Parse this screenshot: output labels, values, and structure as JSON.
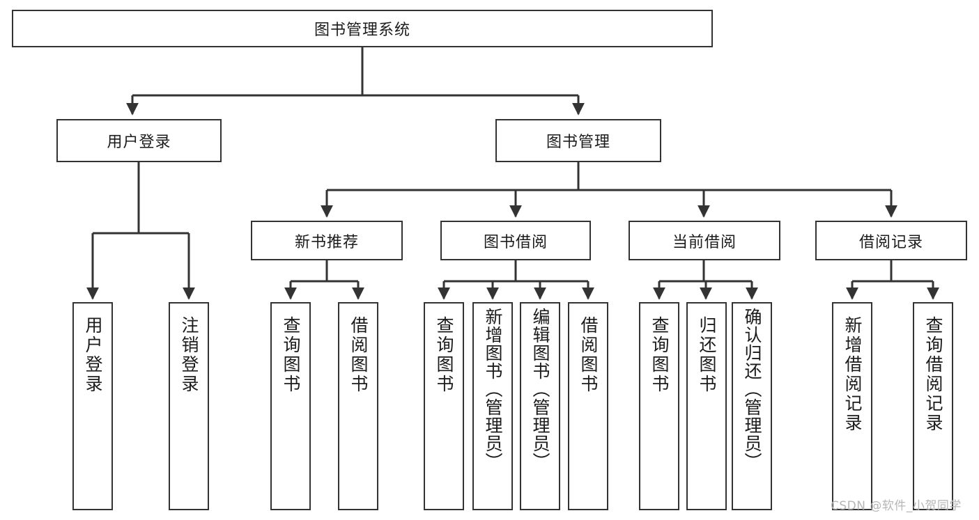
{
  "diagram": {
    "type": "tree-hierarchy-chart",
    "title_text": "图书管理系统",
    "watermark": "CSDN @软件_小贺同学",
    "colors": {
      "box_border": "#333333",
      "box_fill": "#ffffff",
      "connector": "#333333",
      "text": "#1b1b1b",
      "watermark": "#b6b6b6",
      "background": "#ffffff"
    },
    "root": {
      "label": "图书管理系统"
    },
    "level2": [
      {
        "label": "用户登录"
      },
      {
        "label": "图书管理"
      }
    ],
    "level3": [
      {
        "label": "新书推荐"
      },
      {
        "label": "图书借阅"
      },
      {
        "label": "当前借阅"
      },
      {
        "label": "借阅记录"
      }
    ],
    "leaves": {
      "user_login": [
        {
          "label": "用户登录"
        },
        {
          "label": "注销登录"
        }
      ],
      "new_book_recommend": [
        {
          "label": "查询图书"
        },
        {
          "label": "借阅图书"
        }
      ],
      "book_borrow": [
        {
          "label": "查询图书"
        },
        {
          "label": "新增图书（管理员）"
        },
        {
          "label": "编辑图书（管理员）"
        },
        {
          "label": "借阅图书"
        }
      ],
      "current_borrow": [
        {
          "label": "查询图书"
        },
        {
          "label": "归还图书"
        },
        {
          "label": "确认归还（管理员）"
        }
      ],
      "borrow_records": [
        {
          "label": "新增借阅记录"
        },
        {
          "label": "查询借阅记录"
        }
      ]
    }
  }
}
